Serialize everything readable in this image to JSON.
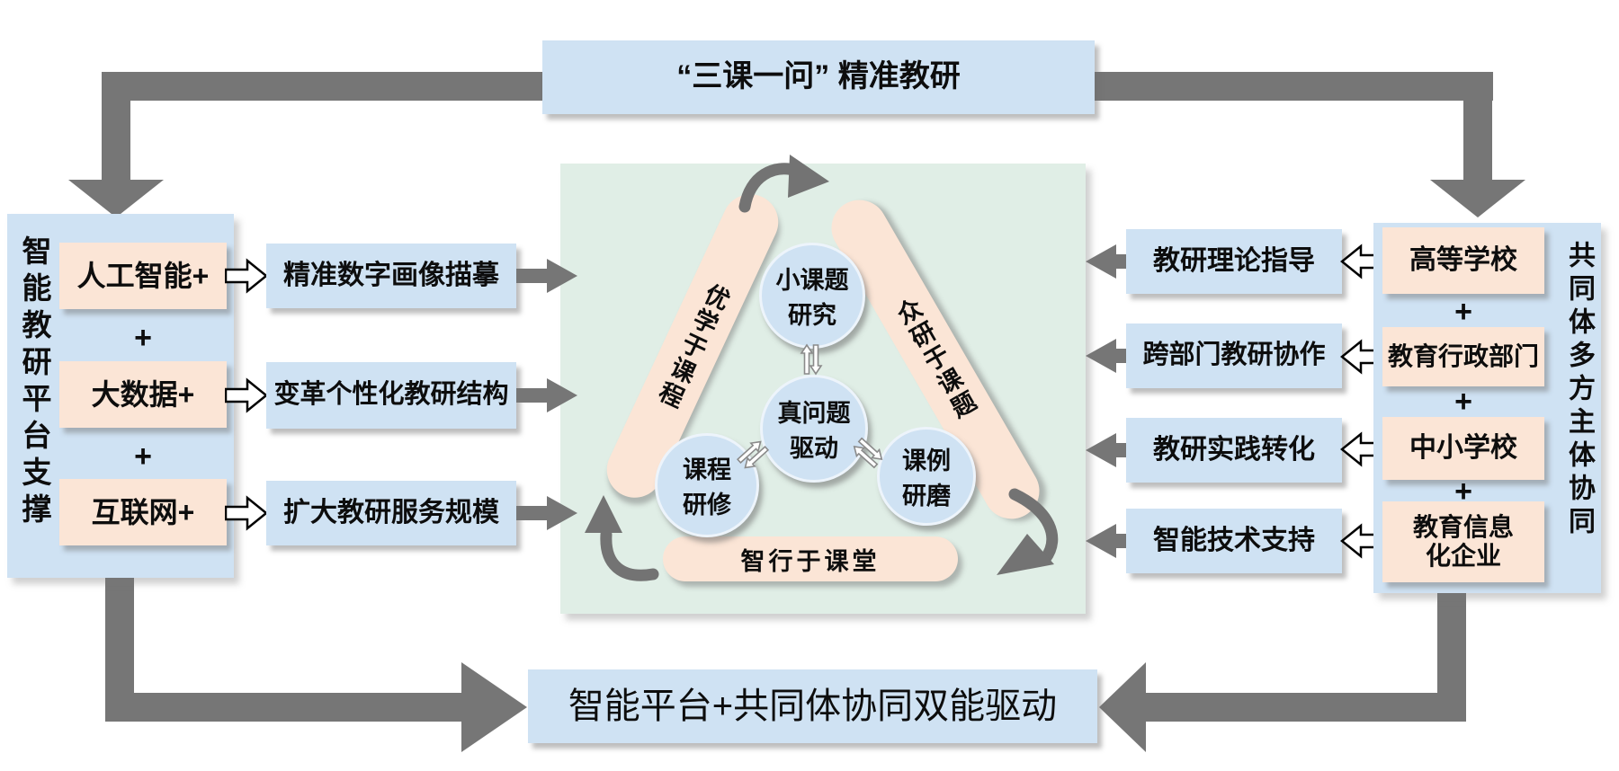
{
  "colors": {
    "blue": "#cfe2f3",
    "peach": "#fbe5d6",
    "green": "#e0eee6",
    "gray": "#767676"
  },
  "top_banner": {
    "label": "“三课一问” 精准教研"
  },
  "bottom_banner": {
    "label": "智能平台+共同体协同双能驱动"
  },
  "left_panel": {
    "title": "智能教研平台支撑",
    "plus": "+",
    "items": [
      "人工智能+",
      "大数据+",
      "互联网+"
    ]
  },
  "left_boxes": [
    "精准数字画像描摹",
    "变革个性化教研结构",
    "扩大教研服务规模"
  ],
  "triangle": {
    "left_bar": "优学于课程",
    "right_bar": "众研于课题",
    "bottom_bar": "智行于课堂",
    "circles": {
      "top": {
        "l1": "小课题",
        "l2": "研究"
      },
      "center": {
        "l1": "真问题",
        "l2": "驱动"
      },
      "left": {
        "l1": "课程",
        "l2": "研修"
      },
      "right": {
        "l1": "课例",
        "l2": "研磨"
      }
    }
  },
  "right_boxes": [
    "教研理论指导",
    "跨部门教研协作",
    "教研实践转化",
    "智能技术支持"
  ],
  "right_panel": {
    "title": "共同体多方主体协同",
    "plus": "+",
    "items": [
      "高等学校",
      "教育行政部门",
      "中小学校"
    ],
    "item4": {
      "l1": "教育信息",
      "l2": "化企业"
    }
  }
}
